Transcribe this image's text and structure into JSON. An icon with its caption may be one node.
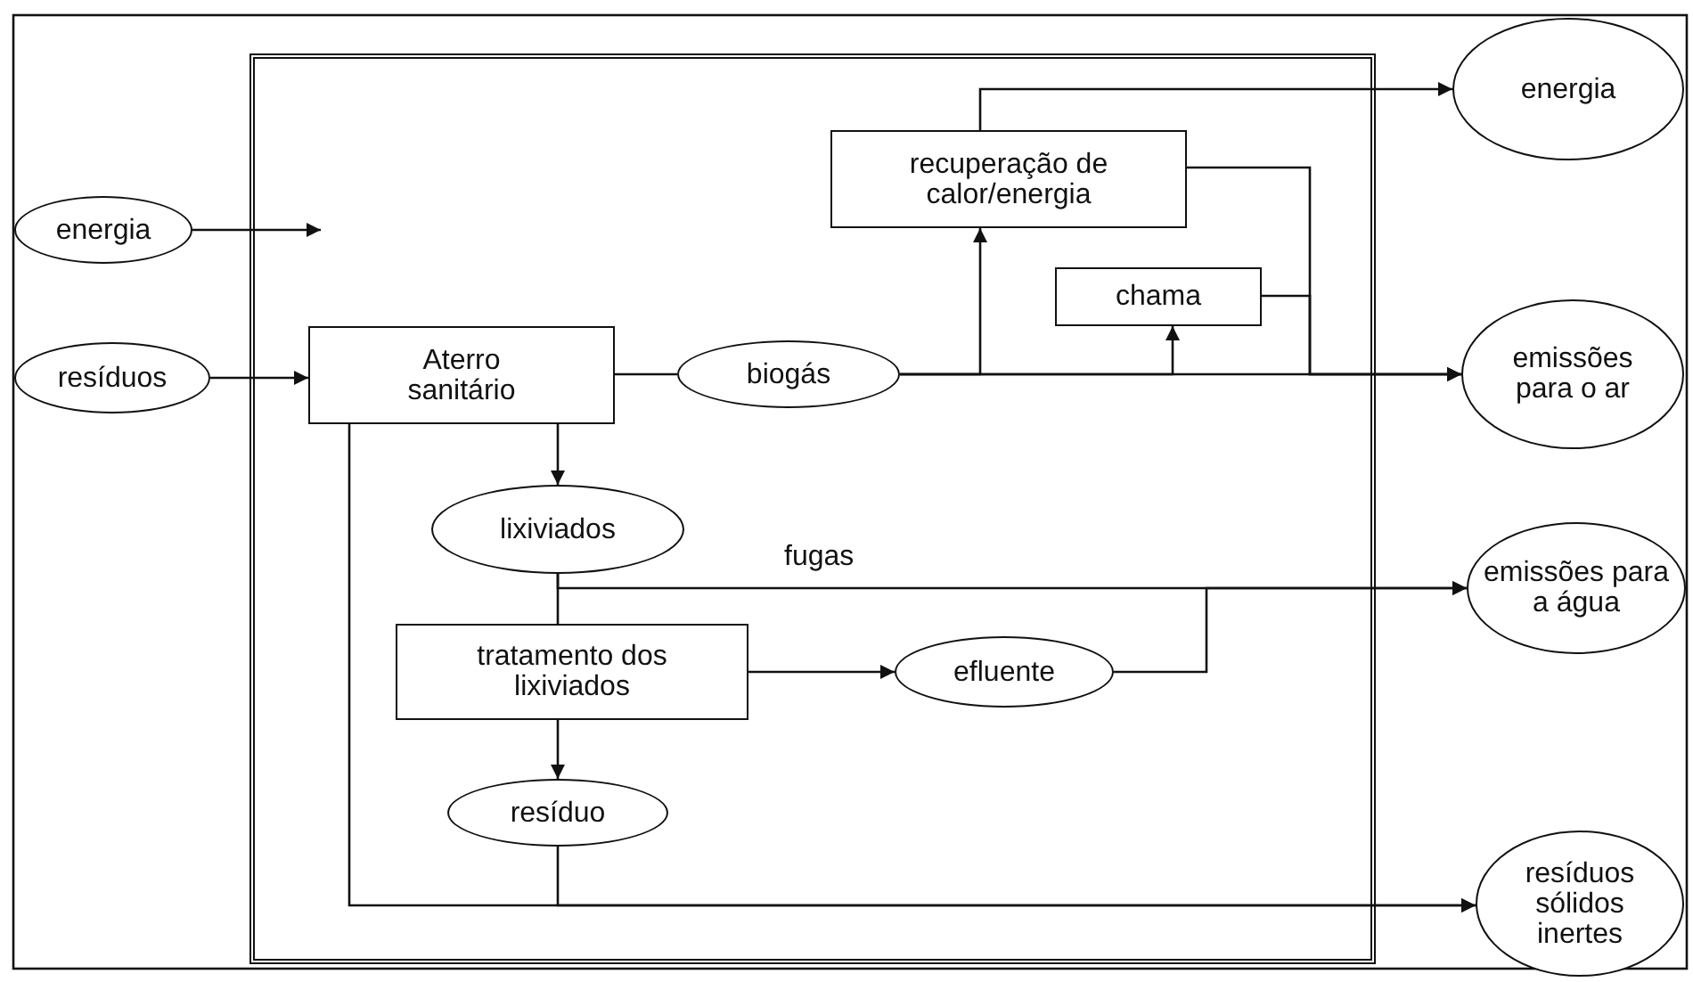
{
  "diagram": {
    "nodes": [
      {
        "text": [],
        "shape": "box"
      },
      {
        "text": [
          "energia"
        ]
      },
      {
        "text": [
          "resíduos"
        ]
      },
      {
        "text": [
          "recuperação de calor/energia"
        ],
        "in": 0
      },
      {
        "text": [
          "energia"
        ]
      },
      {
        "text": [
          "Aterro sanitário"
        ],
        "in": 0
      },
      {
        "text": [
          "biogás"
        ],
        "in": 0
      },
      {
        "text": [
          "chama"
        ],
        "in": 0
      },
      {
        "text": [
          "emissões para o ar"
        ]
      },
      {
        "text": [
          "lixiviados"
        ],
        "in": 0
      },
      {
        "text": [
          "tratamento dos lixiviados"
        ],
        "in": 0
      },
      {
        "text": [
          "efluente"
        ],
        "in": 0
      },
      {
        "text": [
          "emissões para a água"
        ]
      },
      {
        "text": [
          "resíduo"
        ],
        "in": 0
      },
      {
        "text": [
          "resíduos sólidos inertes"
        ]
      }
    ],
    "edges": [
      {
        "from": 1,
        "to": null,
        "arrow": "to"
      },
      {
        "from": 2,
        "to": 5,
        "arrow": "to"
      },
      {
        "from": 5,
        "to": 6,
        "arrow": "none"
      },
      {
        "from": 6,
        "to": 3,
        "arrow": "to"
      },
      {
        "from": 6,
        "to": 7,
        "arrow": "to"
      },
      {
        "from": 6,
        "to": 8,
        "arrow": "to"
      },
      {
        "from": 3,
        "to": 4,
        "arrow": "to"
      },
      {
        "from": 3,
        "to": 8,
        "arrow": "to"
      },
      {
        "from": 7,
        "to": 8,
        "arrow": "to"
      },
      {
        "from": 5,
        "to": 9,
        "arrow": "to"
      },
      {
        "from": 9,
        "to": 10,
        "arrow": "none"
      },
      {
        "from": 9,
        "to": 12,
        "label": "fugas",
        "arrow": "to"
      },
      {
        "from": 10,
        "to": 11,
        "arrow": "to"
      },
      {
        "from": 11,
        "to": 12,
        "arrow": "to"
      },
      {
        "from": 10,
        "to": 13,
        "arrow": "to"
      },
      {
        "from": 13,
        "to": 14,
        "arrow": "to"
      },
      {
        "from": 5,
        "to": 14,
        "arrow": "to"
      }
    ]
  }
}
